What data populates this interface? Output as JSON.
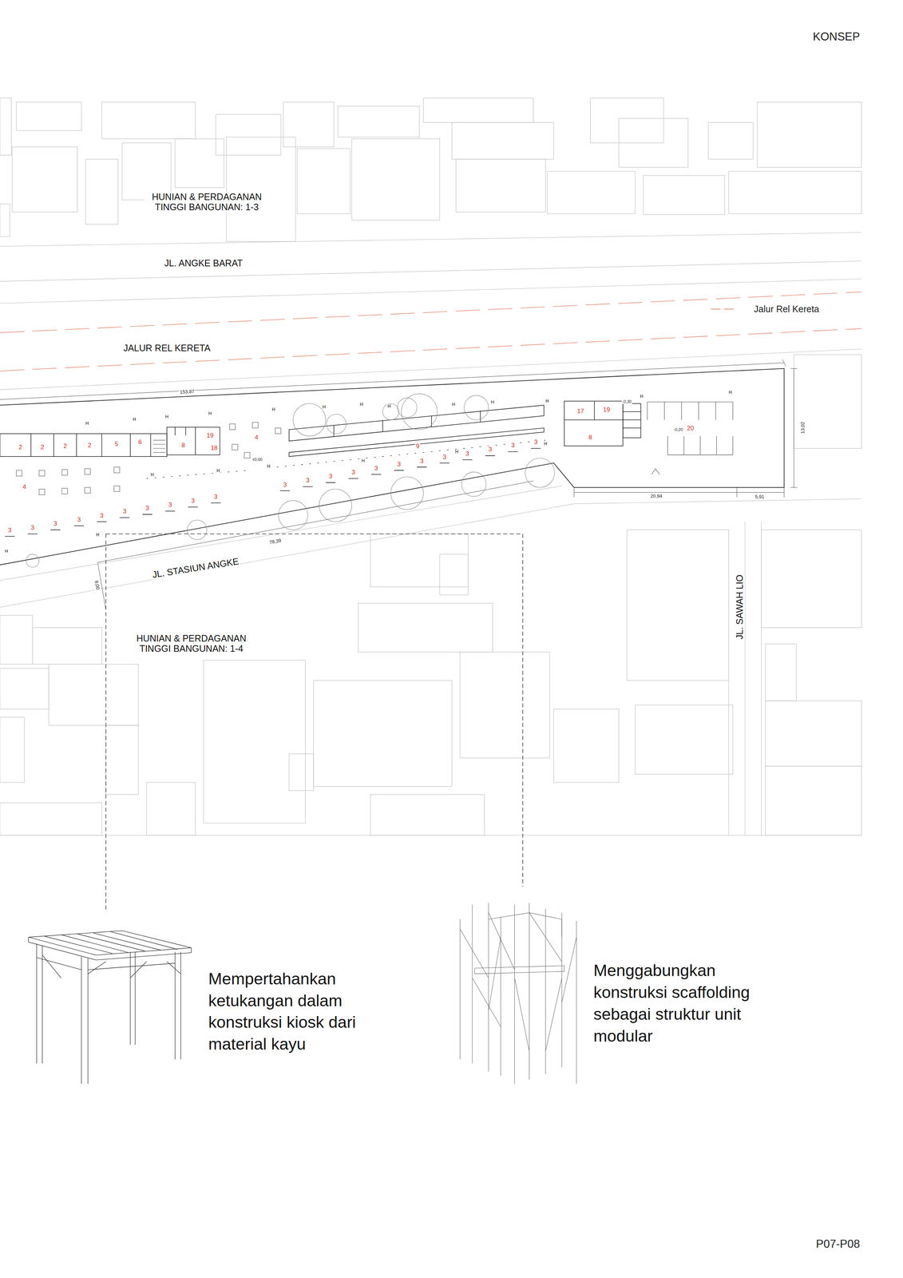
{
  "diagram": {
    "title": "KONSEP",
    "labels": [
      "HUNIAN & PERDAGANAN TINGGI BANGUNAN: 1-3",
      "JL. ANGKE BARAT",
      "JALUR REL KERETA",
      "153,87",
      "13,02",
      "20,94",
      "5,91",
      "78,39",
      "9,00",
      "JL. STASIUN ANGKE",
      "HUNIAN & PERDAGANAN TINGGI BANGUNAN: 1-4",
      "JL. SAWAH LIO",
      "Mempertahankan ketukangan dalam konstruksi kiosk dari material kayu",
      "Menggabungkan konstruksi scaffolding sebagai struktur unit modular",
      "P07-P08",
      "2",
      "2",
      "2",
      "2",
      "5",
      "6",
      "8",
      "19",
      "18",
      "4",
      "4",
      "9",
      "17",
      "19",
      "8",
      "20",
      "3",
      "3",
      "3",
      "3",
      "3",
      "3",
      "3",
      "3",
      "3",
      "3",
      "3",
      "3",
      "3",
      "3",
      "3",
      "3",
      "3",
      "3",
      "3",
      "3",
      "3",
      "3",
      "±0,00",
      "-0,30",
      "-0,20",
      "H",
      "H",
      "H",
      "H",
      "H",
      "H",
      "H",
      "H",
      "H",
      "H",
      "H",
      "H",
      "H",
      "H",
      "H",
      "H",
      "H",
      "H",
      "H",
      "H",
      "H"
    ],
    "legend": [
      {
        "text": "Jalur Rel Kereta"
      }
    ]
  }
}
